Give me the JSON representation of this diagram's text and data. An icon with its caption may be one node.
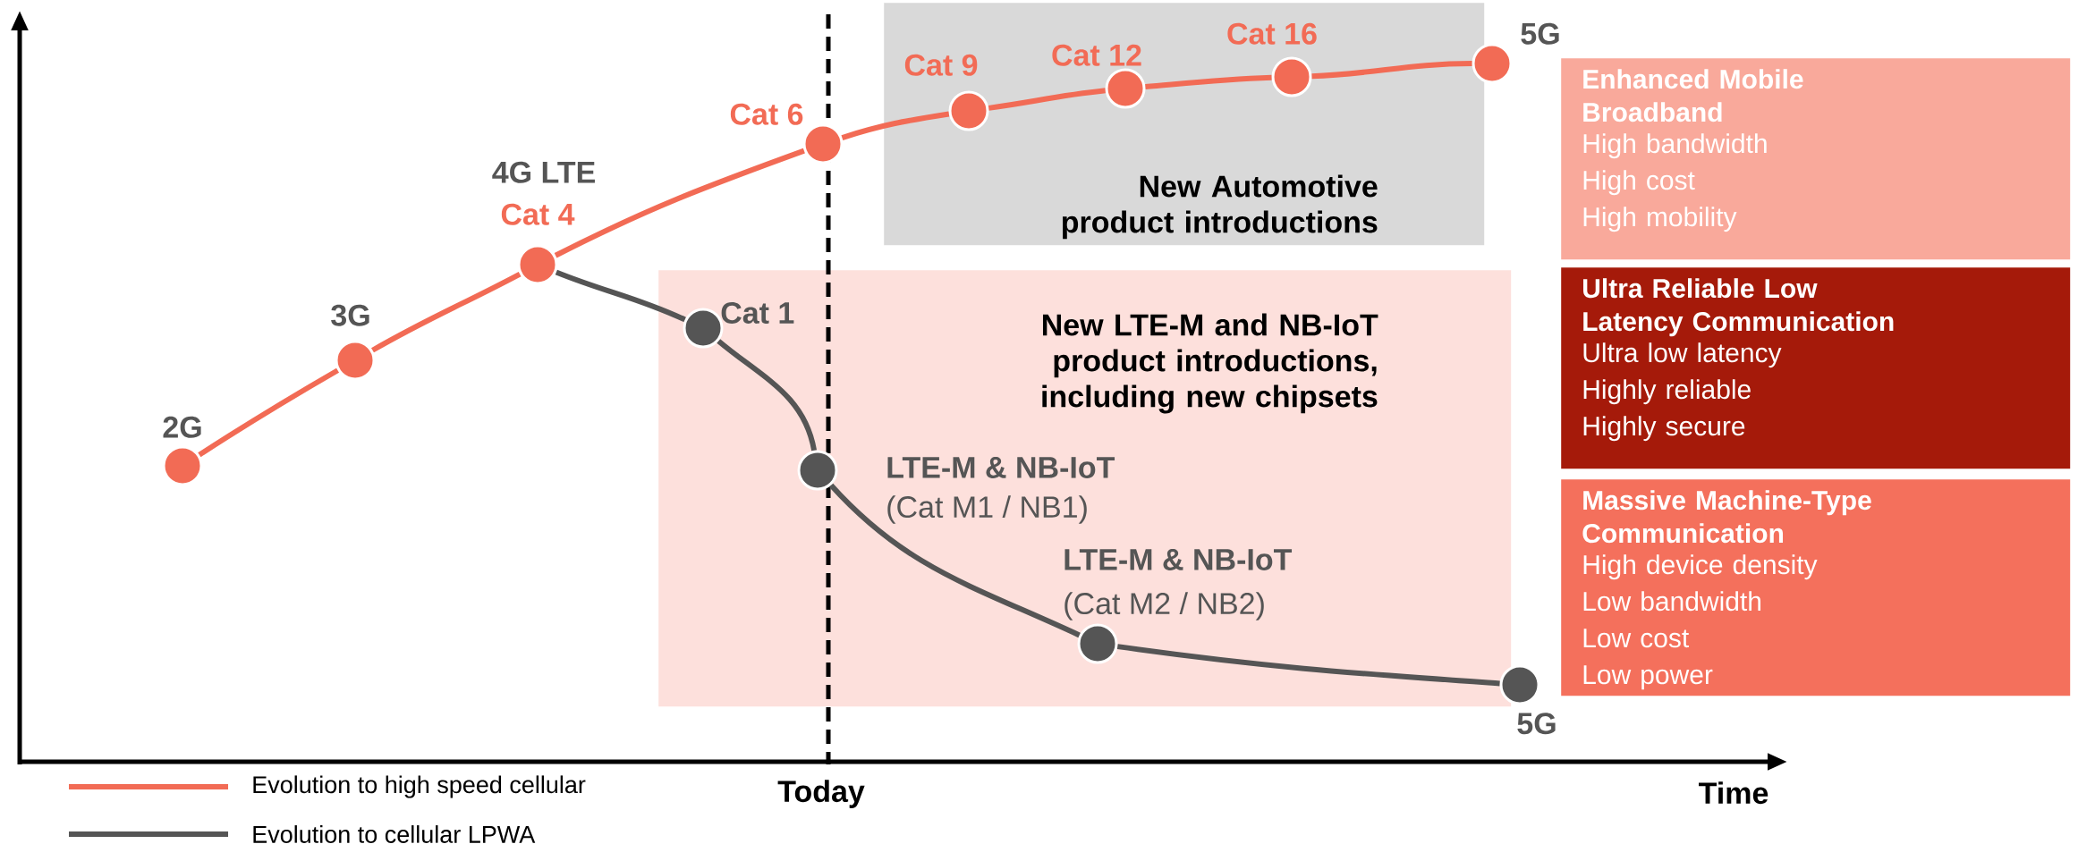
{
  "diagram": {
    "nodes": [
      {
        "text": [
          "New Automotive product introductions"
        ]
      },
      {
        "text": [
          "New LTE-M and NB-IoT product introductions, including new chipsets"
        ]
      },
      {
        "text": [],
        "shape": "circle",
        "beside": [
          "2G"
        ]
      },
      {
        "text": [],
        "shape": "circle",
        "beside": [
          "3G"
        ]
      },
      {
        "text": [],
        "shape": "circle",
        "beside": [
          "4G LTE",
          "Cat 4"
        ]
      },
      {
        "text": [],
        "shape": "circle",
        "beside": [
          "Cat 6"
        ]
      },
      {
        "text": [],
        "shape": "circle",
        "beside": [
          "Cat 9"
        ],
        "in": 0
      },
      {
        "text": [],
        "shape": "circle",
        "beside": [
          "Cat 12"
        ],
        "in": 0
      },
      {
        "text": [],
        "shape": "circle",
        "beside": [
          "Cat 16"
        ],
        "in": 0
      },
      {
        "text": [],
        "shape": "circle",
        "beside": [
          "5G"
        ]
      },
      {
        "text": [],
        "shape": "circle",
        "beside": [
          "Cat 1"
        ],
        "in": 1
      },
      {
        "text": [],
        "shape": "circle",
        "beside": [
          "LTE-M & NB-IoT",
          "(Cat M1 / NB1)"
        ],
        "in": 1
      },
      {
        "text": [],
        "shape": "circle",
        "beside": [
          "LTE-M & NB-IoT",
          "(Cat M2 / NB2)"
        ],
        "in": 1
      },
      {
        "text": [],
        "shape": "circle",
        "beside": [
          "5G"
        ]
      },
      {
        "text": [
          "Enhanced Mobile Broadband",
          "High bandwidth",
          "High cost",
          "High mobility"
        ]
      },
      {
        "text": [
          "Ultra Reliable Low Latency Communication",
          "Ultra low latency",
          "Highly reliable",
          "Highly secure"
        ]
      },
      {
        "text": [
          "Massive Machine-Type Communication",
          "High device density",
          "Low bandwidth",
          "Low cost",
          "Low power"
        ]
      }
    ],
    "edges": [
      {
        "from": 2,
        "to": 3,
        "arrow": "none"
      },
      {
        "from": 3,
        "to": 4,
        "arrow": "none"
      },
      {
        "from": 4,
        "to": 5,
        "arrow": "none"
      },
      {
        "from": 5,
        "to": 6,
        "arrow": "none"
      },
      {
        "from": 6,
        "to": 7,
        "arrow": "none"
      },
      {
        "from": 7,
        "to": 8,
        "arrow": "none"
      },
      {
        "from": 8,
        "to": 9,
        "arrow": "none"
      },
      {
        "from": 4,
        "to": 10,
        "arrow": "none",
        "color": "#555555"
      },
      {
        "from": 10,
        "to": 11,
        "arrow": "none",
        "color": "#555555"
      },
      {
        "from": 11,
        "to": 12,
        "arrow": "none",
        "color": "#555555"
      },
      {
        "from": 12,
        "to": 13,
        "arrow": "none",
        "color": "#555555"
      }
    ],
    "labels": [
      "Today",
      "Time"
    ],
    "legend": [
      {
        "text": "Evolution to high speed cellular"
      },
      {
        "text": "Evolution to cellular LPWA"
      }
    ]
  }
}
